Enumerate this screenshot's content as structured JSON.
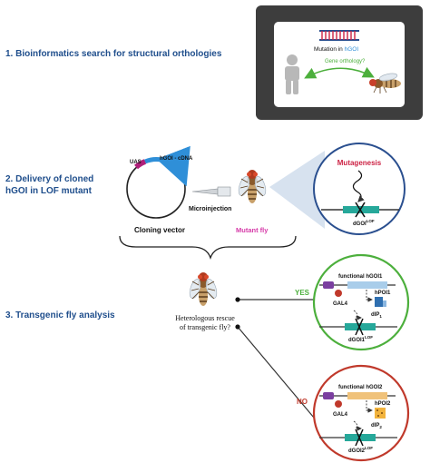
{
  "steps": {
    "step1": "1. Bioinformatics search for structural orthologies",
    "step2_line1": "2. Delivery of cloned",
    "step2_line2": "hGOI in LOF mutant",
    "step3": "3. Transgenic fly analysis"
  },
  "panel1": {
    "mutation_prefix": "Mutation in ",
    "mutation_gene": "hGOI",
    "orthology_label": "Gene orthology?"
  },
  "panel2": {
    "uas": "UAS",
    "cdna": "hGOI - cDNA",
    "cloning_vector": "Cloning vector",
    "microinjection": "Microinjection",
    "mutant_fly": "Mutant fly",
    "mutagenesis": "Mutagenesis",
    "dgoi": "dGOI",
    "dgoi_sup": "LOF"
  },
  "panel3": {
    "rescue_line1": "Heterologous rescue",
    "rescue_line2": "of  transgenic fly?",
    "yes": "YES",
    "no": "NO",
    "yes_circle": {
      "functional": "functional hGOI1",
      "gal4": "GAL4",
      "protein": "hPOI1",
      "dip": "dIP",
      "dip_sub": "1",
      "dgoi": "dGOI1",
      "dgoi_sup": "LOF"
    },
    "no_circle": {
      "functional": "functional hGOI2",
      "gal4": "GAL4",
      "protein": "hPOI2",
      "dip": "dIP",
      "dip_sub": "2",
      "dgoi": "dGOI2",
      "dgoi_sup": "LOF"
    }
  },
  "colors": {
    "step_text": "#1f4e8c",
    "dark_panel": "#3d3d3d",
    "yes_green": "#4caf3c",
    "no_red": "#c0392b",
    "mutagenesis_red": "#cc2244",
    "mutant_pink": "#d63aa8",
    "circle_blue": "#2a4f8f"
  }
}
